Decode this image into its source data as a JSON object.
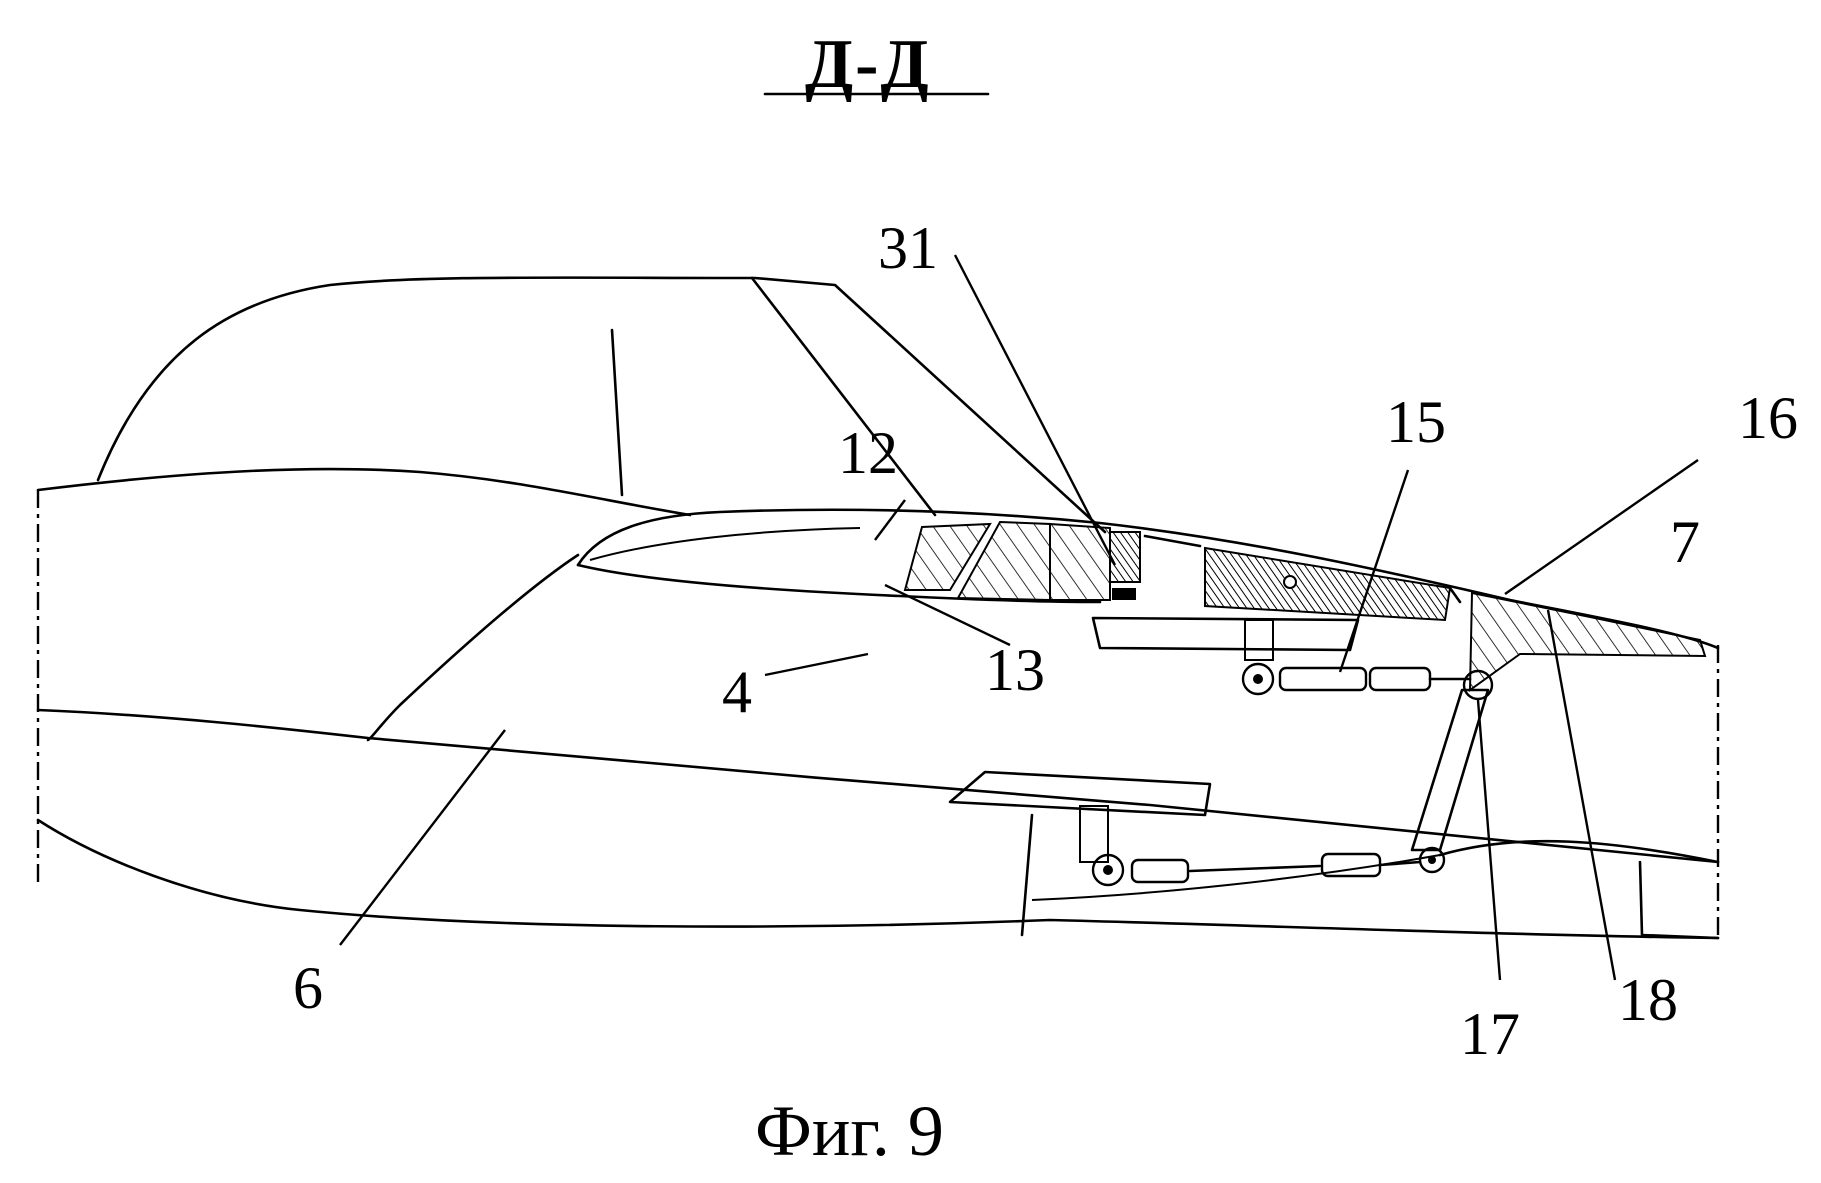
{
  "figure": {
    "section_label": "Д-Д",
    "caption": "Фиг. 9"
  },
  "callouts": [
    {
      "id": "31",
      "text": "31"
    },
    {
      "id": "12",
      "text": "12"
    },
    {
      "id": "15",
      "text": "15"
    },
    {
      "id": "16",
      "text": "16"
    },
    {
      "id": "7",
      "text": "7"
    },
    {
      "id": "4",
      "text": "4"
    },
    {
      "id": "13",
      "text": "13"
    },
    {
      "id": "6",
      "text": "6"
    },
    {
      "id": "17",
      "text": "17"
    },
    {
      "id": "18",
      "text": "18"
    }
  ],
  "colors": {
    "line": "#000000",
    "background": "#ffffff"
  }
}
